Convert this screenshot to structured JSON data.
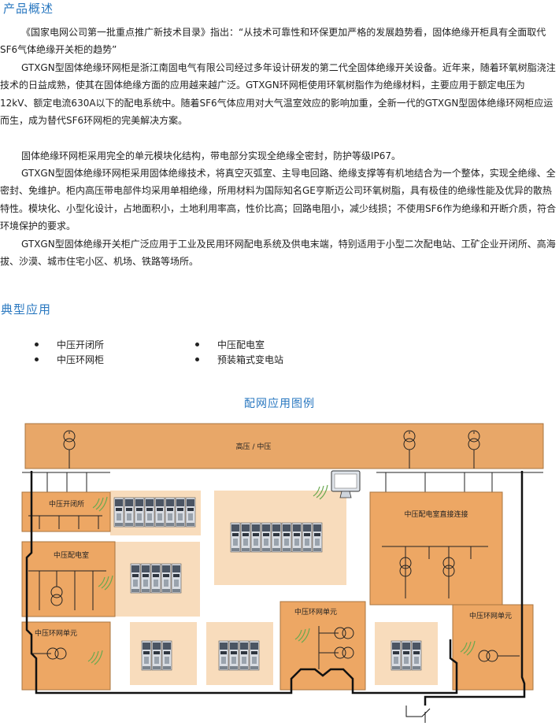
{
  "overview": {
    "heading": "产品概述",
    "p1": "《国家电网公司第一批重点推广新技术目录》指出：“从技术可靠性和环保更加严格的发展趋势看，固体绝缘开柜具有全面取代SF6气体绝缘开关柜的趋势”",
    "p2": "GTXGN型固体绝缘环网柜是浙江南固电气有限公司经过多年设计研发的第二代全固体绝缘开关设备。近年来，随着环氧树脂浇注技术的日益成熟，使其在固体绝缘方面的应用越来越广泛。GTXGN环网柜使用环氧树脂作为绝缘材料，主要应用于额定电压为12kV、额定电流630A以下的配电系统中。随着SF6气体应用对大气温室效应的影响加重，全新一代的GTXGN型固体绝缘环网柜应运而生，成为替代SF6环网柜的完美解决方案。",
    "p3": "固体绝缘环网柜采用完全的单元模块化结构，带电部分实现全绝缘全密封，防护等级IP67。",
    "p4": "GTXGN型固体绝缘环网柜采用固体绝缘技术，将真空灭弧室、主导电回路、绝缘支撑等有机地结合为一个整体，实现全绝缘、全密封、免维护。柜内高压带电部件均采用单相绝缘，所用材料为国际知名GE亨斯迈公司环氧树脂，具有极佳的绝缘性能及优异的散热特性。模块化、小型化设计，占地面积小，土地利用率高，性价比高；回路电阻小，减少线损；不使用SF6作为绝缘和开断介质，符合环境保护的要求。",
    "p5": "GTXGN型固体绝缘开关柜广泛应用于工业及民用环网配电系统及供电末端，特别适用于小型二次配电站、工矿企业开闭所、高海拔、沙漠、城市住宅小区、机场、铁路等场所。"
  },
  "applications": {
    "heading": "典型应用",
    "items": [
      "中压开闭所",
      "中压配电室",
      "中压环网柜",
      "预装箱式变电站"
    ]
  },
  "diagram": {
    "title": "配网应用图例",
    "main_bus": "高压 / 中压",
    "boxes": [
      "中压开闭所",
      "中压配电室",
      "中压环网单元",
      "中压配电室直接连接",
      "中压环网单元",
      "中压环网单元"
    ],
    "colors": {
      "box": "#eda764",
      "light": "#f8dcbc",
      "bus": "#e8a768",
      "accent": "#2a78c0"
    }
  }
}
